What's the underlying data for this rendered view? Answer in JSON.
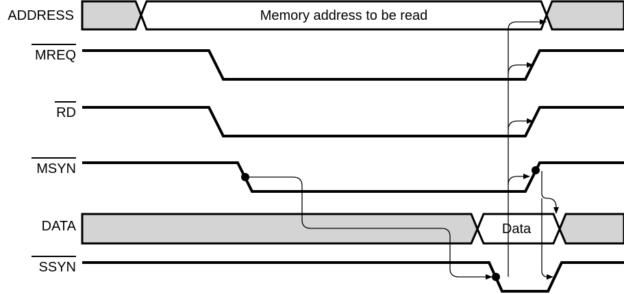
{
  "signals": {
    "address": {
      "label": "ADDRESS",
      "bus_text": "Memory address to be read"
    },
    "mreq": {
      "label": "MREQ",
      "active_low": true
    },
    "rd": {
      "label": "RD",
      "active_low": true
    },
    "msyn": {
      "label": "MSYN",
      "active_low": true
    },
    "data": {
      "label": "DATA",
      "bus_text": "Data"
    },
    "ssyn": {
      "label": "SSYN",
      "active_low": true
    }
  },
  "colors": {
    "line": "#000000",
    "invalid_bus_fill": "#d4d4d4",
    "valid_bus_fill": "#ffffff"
  }
}
